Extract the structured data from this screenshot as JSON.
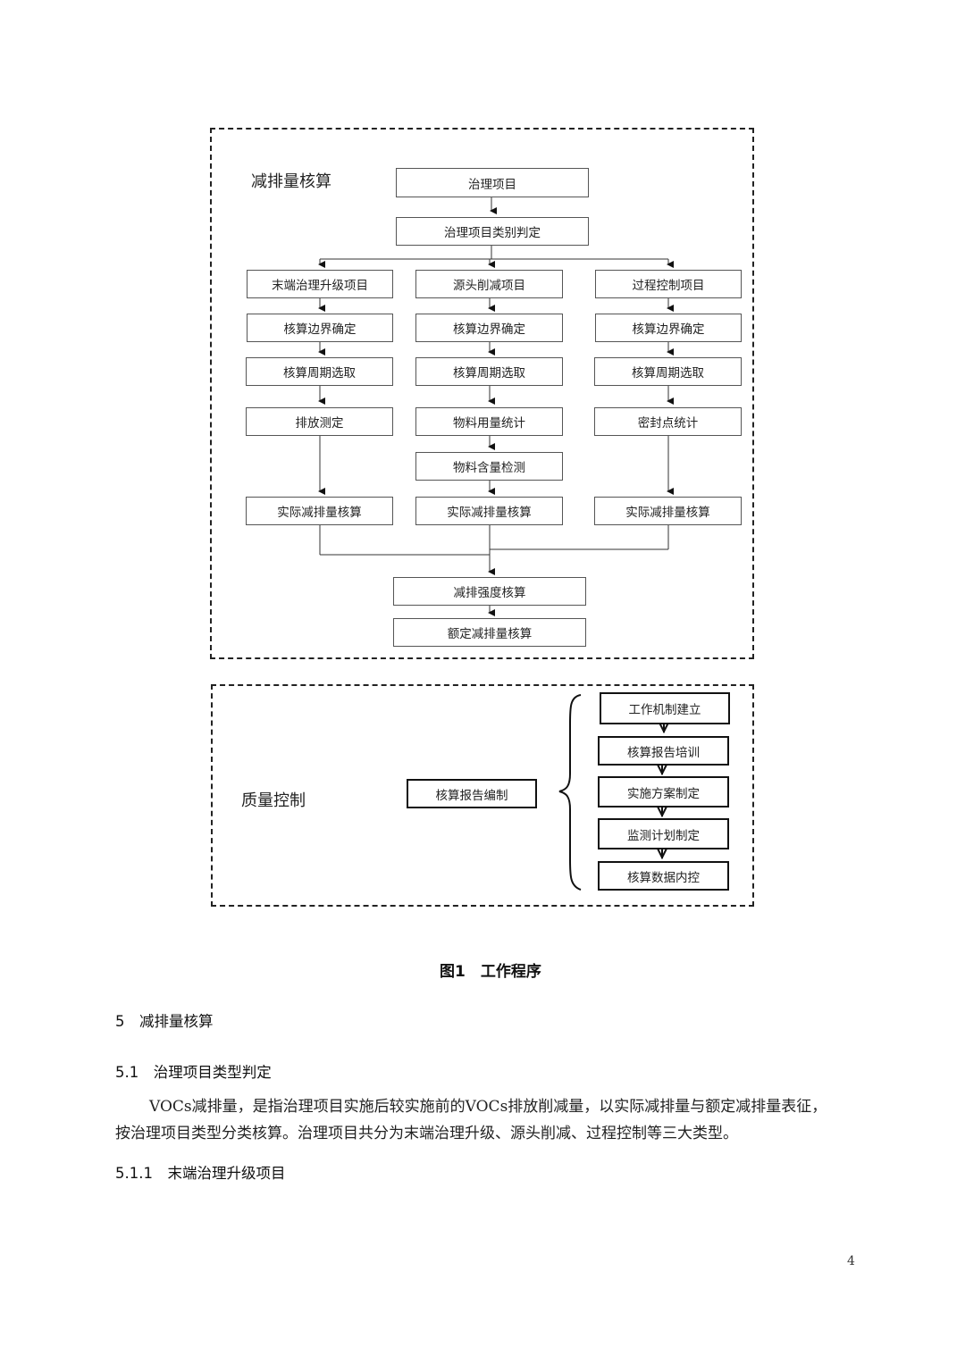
{
  "figure": {
    "section1": {
      "title": "减排量核算",
      "top": [
        "治理项目",
        "治理项目类别判定"
      ],
      "columns": [
        {
          "header": "末端治理升级项目",
          "steps": [
            "核算边界确定",
            "核算周期选取",
            "排放测定"
          ],
          "result": "实际减排量核算"
        },
        {
          "header": "源头削减项目",
          "steps": [
            "核算边界确定",
            "核算周期选取",
            "物料用量统计",
            "物料含量检测"
          ],
          "result": "实际减排量核算"
        },
        {
          "header": "过程控制项目",
          "steps": [
            "核算边界确定",
            "核算周期选取",
            "密封点统计"
          ],
          "result": "实际减排量核算"
        }
      ],
      "bottom": [
        "减排强度核算",
        "额定减排量核算"
      ]
    },
    "section2": {
      "title": "质量控制",
      "center": "核算报告编制",
      "chain": [
        "工作机制建立",
        "核算报告培训",
        "实施方案制定",
        "监测计划制定",
        "核算数据内控"
      ]
    },
    "caption": "图1　工作程序"
  },
  "text": {
    "h5": "5　减排量核算",
    "h51": "5.1　治理项目类型判定",
    "para_line1": "VOCs减排量，是指治理项目实施后较实施前的VOCs排放削减量，以实际减排量与额定减排量表征，",
    "para_line2": "按治理项目类型分类核算。治理项目共分为末端治理升级、源头削减、过程控制等三大类型。",
    "h511": "5.1.1　末端治理升级项目"
  },
  "page_number": "4"
}
